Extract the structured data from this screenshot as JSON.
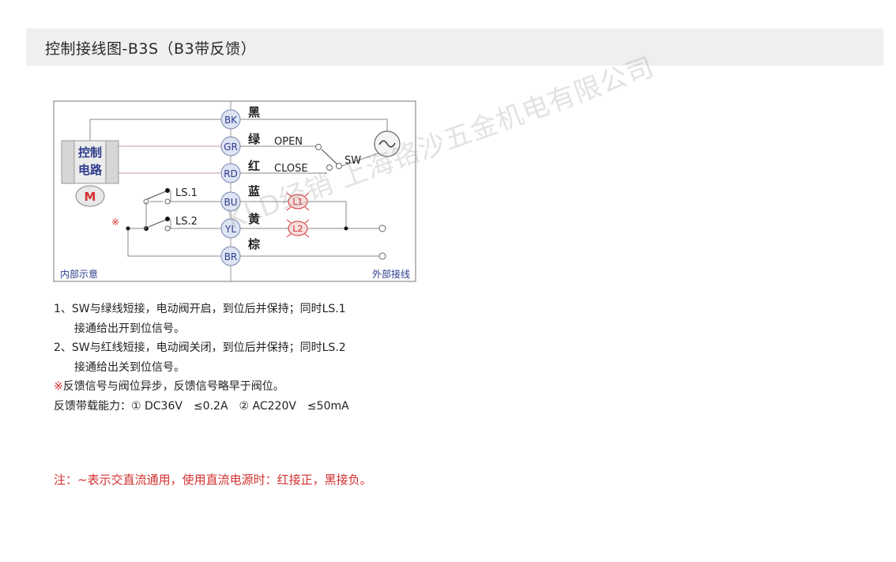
{
  "title": "控制接线图-B3S（B3带反馈）",
  "diagram": {
    "control_box": {
      "line1": "控制",
      "line2": "电路",
      "motor": "M"
    },
    "terminals": [
      {
        "code": "BK",
        "color": "黑"
      },
      {
        "code": "GR",
        "color": "绿"
      },
      {
        "code": "RD",
        "color": "红"
      },
      {
        "code": "BU",
        "color": "蓝"
      },
      {
        "code": "YL",
        "color": "黄"
      },
      {
        "code": "BR",
        "color": "棕"
      }
    ],
    "open_label": "OPEN",
    "close_label": "CLOSE",
    "sw_label": "SW",
    "ls1_label": "LS.1",
    "ls2_label": "LS.2",
    "lamp1": "L1",
    "lamp2": "L2",
    "note_mark": "※",
    "internal_label": "内部示意",
    "external_label": "外部接线",
    "colors": {
      "frame": "#777777",
      "wire_power": "#c99a9a",
      "terminal_fill": "#dde4f2",
      "terminal_text": "#2d3b8c",
      "lamp": "#d32f2f"
    }
  },
  "notes": [
    "1、SW与绿线短接，电动阀开启，到位后并保持；同时LS.1",
    "接通给出开到位信号。",
    "2、SW与红线短接，电动阀关闭，到位后并保持；同时LS.2",
    "接通给出关到位信号。",
    "※反馈信号与阀位异步，反馈信号略早于阀位。",
    "反馈带载能力：① DC36V　≤0.2A　② AC220V　≤50mA"
  ],
  "footnote": "注：∼表示交直流通用，使用直流电源时：红接正，黑接负。",
  "watermark": "KLD经销 上海铬沙五金机电有限公司"
}
